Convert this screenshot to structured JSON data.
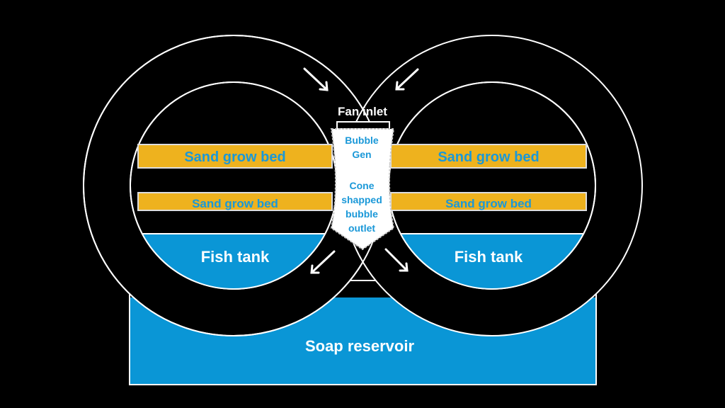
{
  "diagram": {
    "labels": {
      "fan_inlet": "Fan inlet",
      "bubble_gen_line1": "Bubble",
      "bubble_gen_line2": "Gen",
      "outlet_line1": "Cone",
      "outlet_line2": "shapped",
      "outlet_line3": "bubble",
      "outlet_line4": "outlet",
      "left_bed_top": "Sand grow bed",
      "left_bed_bottom": "Sand grow bed",
      "right_bed_top": "Sand grow bed",
      "right_bed_bottom": "Sand grow bed",
      "left_fish_tank": "Fish tank",
      "right_fish_tank": "Fish tank",
      "reservoir": "Soap reservoir"
    },
    "colors": {
      "background": "#000000",
      "outline": "#ffffff",
      "water": "#0a96d6",
      "sand": "#eeb21e",
      "label_blue": "#1a98d8",
      "label_white": "#ffffff"
    },
    "flow_arrows": [
      "down-right",
      "down-left",
      "down-left",
      "down-right"
    ]
  }
}
